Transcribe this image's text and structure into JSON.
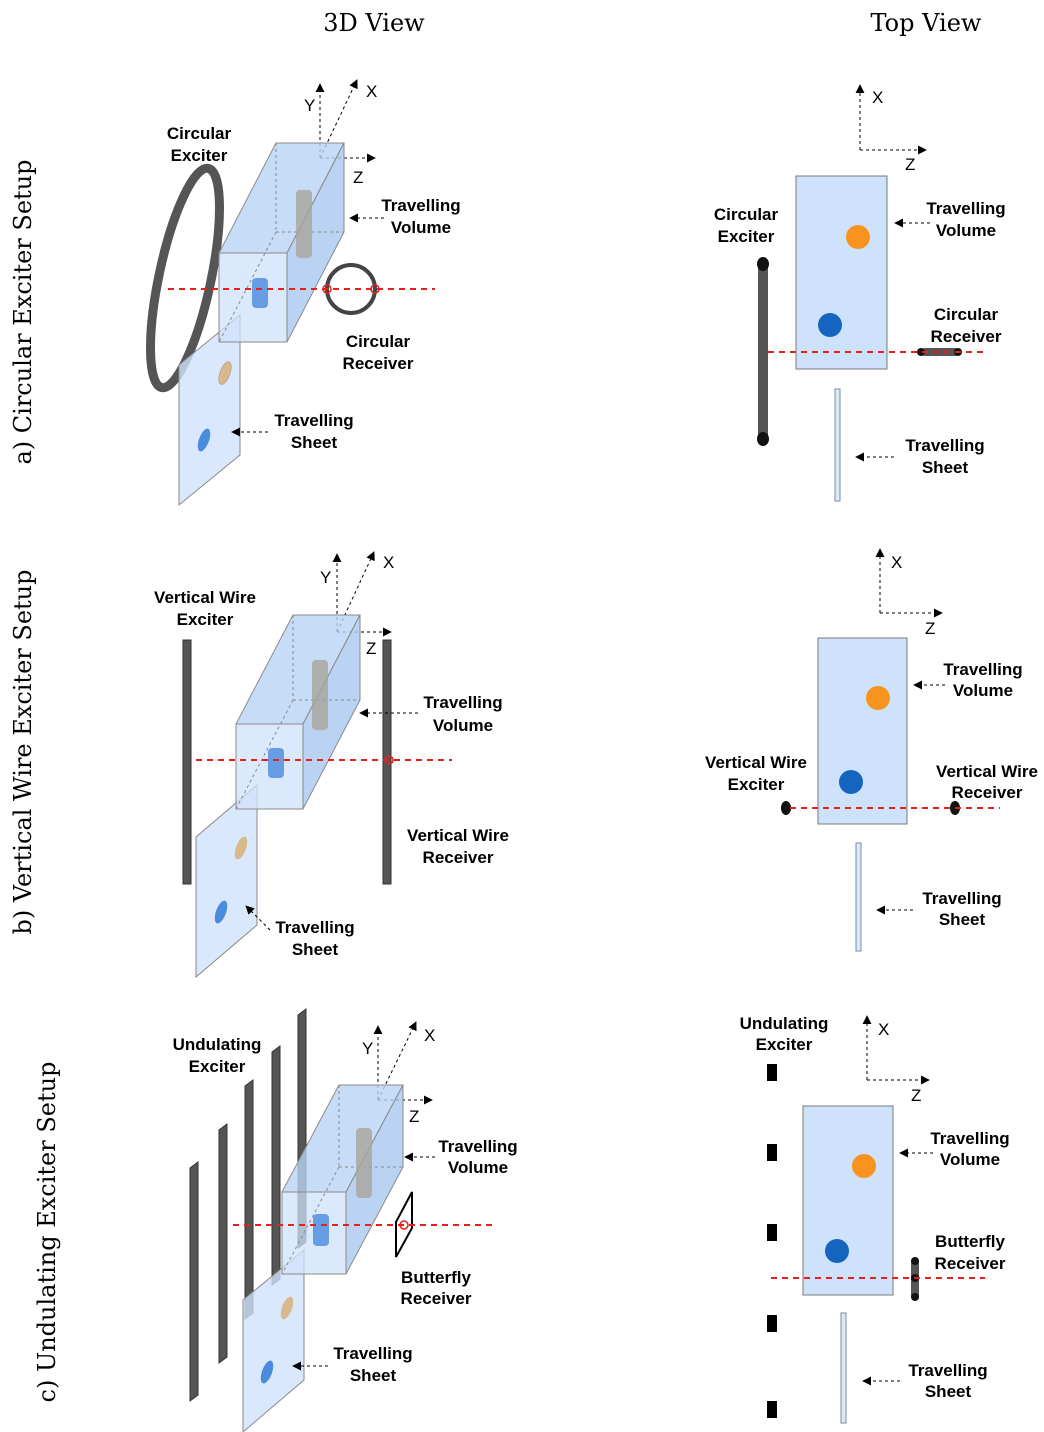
{
  "headers": {
    "left": "3D View",
    "right": "Top View"
  },
  "rows": [
    {
      "row_label": "a)   Circular Exciter Setup"
    },
    {
      "row_label": "b)   Vertical Wire Exciter Setup"
    },
    {
      "row_label": "c)   Undulating Exciter Setup"
    }
  ],
  "axes": {
    "x": "X",
    "y": "Y",
    "z": "Z"
  },
  "labels": {
    "circular_exciter": [
      "Circular",
      "Exciter"
    ],
    "circular_receiver": [
      "Circular",
      "Receiver"
    ],
    "vertical_wire_exciter": [
      "Vertical Wire",
      "Exciter"
    ],
    "vertical_wire_receiver": [
      "Vertical Wire",
      "Receiver"
    ],
    "undulating_exciter": [
      "Undulating",
      "Exciter"
    ],
    "butterfly_receiver": [
      "Butterfly",
      "Receiver"
    ],
    "travelling_volume": [
      "Travelling",
      "Volume"
    ],
    "travelling_sheet": [
      "Travelling",
      "Sheet"
    ]
  },
  "colors": {
    "volume_fill": "#cfe2fb",
    "signal_line": "#e8201c",
    "orange_target": "#f7931e",
    "blue_target": "#1565c0",
    "exciter_bar": "#555555"
  }
}
